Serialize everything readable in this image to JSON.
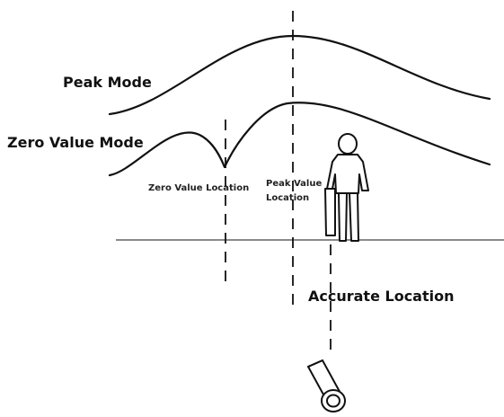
{
  "labels": {
    "peak_mode": "Peak Mode",
    "zero_value_mode": "Zero Value Mode",
    "zero_value_location": "Zero Value Location",
    "peak_value_location_line1": "Peak Value",
    "peak_value_location_line2": "Location",
    "accurate_location": "Accurate Location"
  },
  "icons": [
    "person-icon",
    "pipe-icon"
  ]
}
